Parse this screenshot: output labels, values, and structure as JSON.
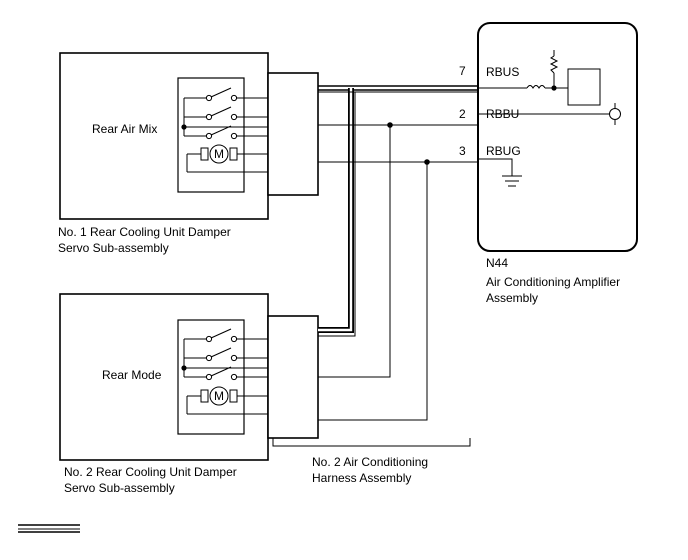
{
  "servo1": {
    "label": "Rear Air Mix",
    "caption_line1": "No. 1 Rear Cooling Unit Damper",
    "caption_line2": "Servo Sub-assembly",
    "motor_letter": "M"
  },
  "servo2": {
    "label": "Rear Mode",
    "caption_line1": "No. 2 Rear Cooling Unit Damper",
    "caption_line2": "Servo Sub-assembly",
    "motor_letter": "M"
  },
  "amplifier": {
    "code": "N44",
    "caption_line1": "Air Conditioning Amplifier",
    "caption_line2": "Assembly",
    "pins": [
      {
        "number": "7",
        "name": "RBUS"
      },
      {
        "number": "2",
        "name": "RBBU"
      },
      {
        "number": "3",
        "name": "RBUG"
      }
    ]
  },
  "harness": {
    "caption_line1": "No. 2 Air Conditioning",
    "caption_line2": "Harness Assembly"
  }
}
